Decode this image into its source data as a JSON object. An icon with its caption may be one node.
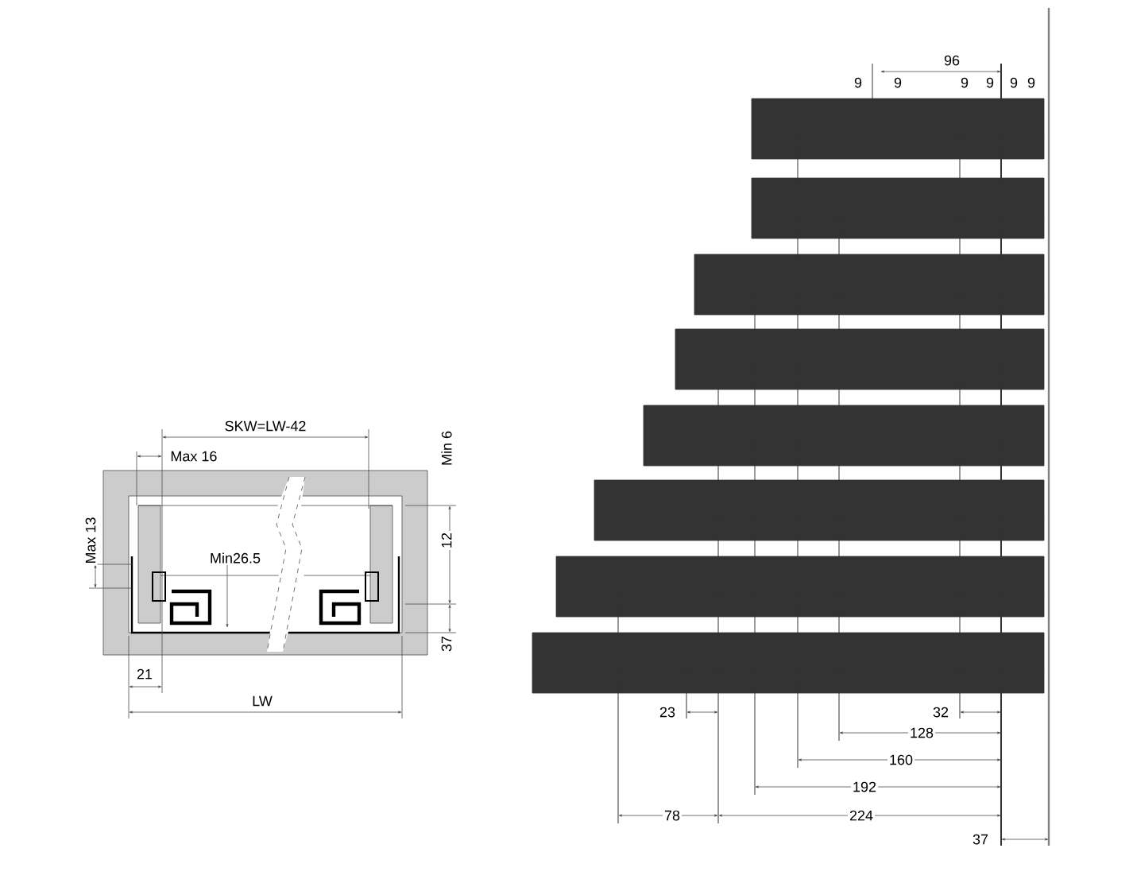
{
  "diagram": {
    "labels": [
      "96",
      "9",
      "9",
      "9",
      "9",
      "9",
      "9",
      "SKW=LW-42",
      "Min 6",
      "Max 16",
      "Max 13",
      "12",
      "Min26.5",
      "37",
      "21",
      "LW",
      "23",
      "32",
      "128",
      "160",
      "192",
      "78",
      "224",
      "37"
    ]
  }
}
